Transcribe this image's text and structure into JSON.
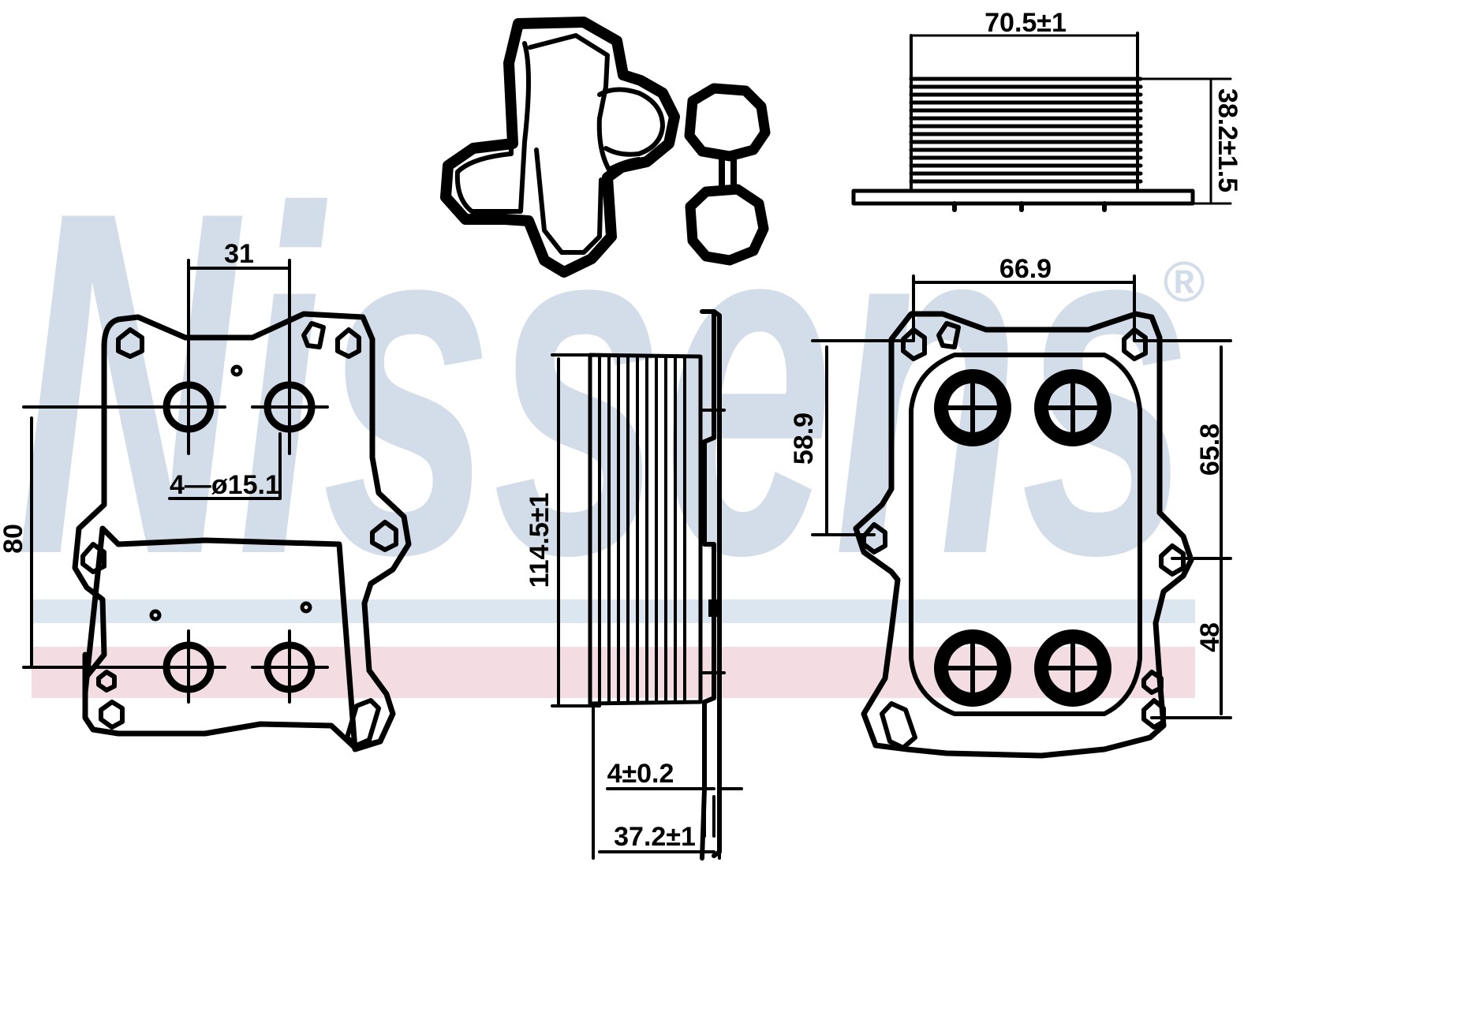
{
  "watermark": {
    "brand": "Nissens",
    "registered_mark": "®",
    "brand_color": "#d2dde9",
    "stripe_blue": "#dbe6f0",
    "stripe_red": "#f3dde3"
  },
  "dimensions": {
    "top_width": "70.5±1",
    "top_height": "38.2±1.5",
    "front_hole_spacing": "31",
    "front_hole_callout": "4—ø15.1",
    "front_height": "80",
    "side_height": "114.5±1",
    "side_flange": "4±0.2",
    "side_width": "37.2±1",
    "back_width": "66.9",
    "back_left_height": "58.9",
    "back_right_upper": "65.8",
    "back_right_lower": "48"
  }
}
